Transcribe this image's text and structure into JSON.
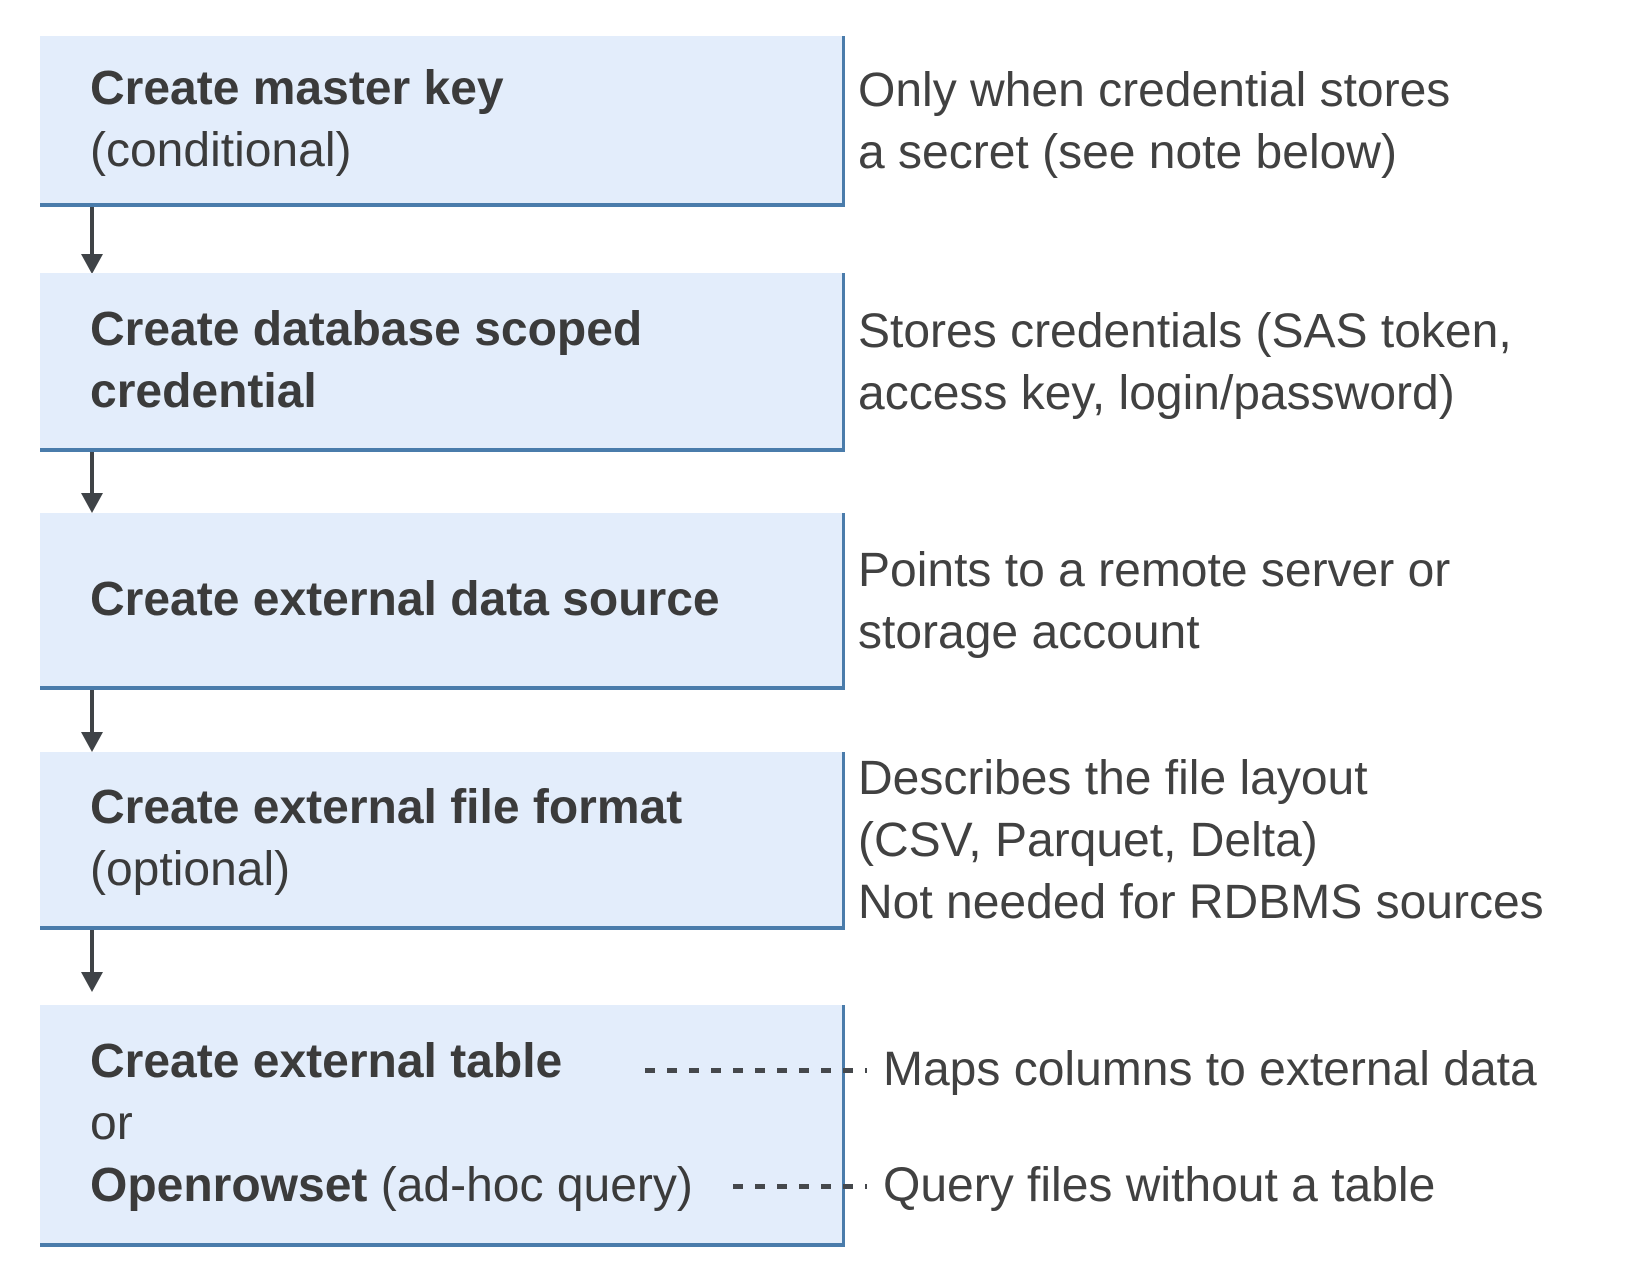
{
  "colors": {
    "box_fill": "#e3edfb",
    "box_border": "#4a7cab",
    "title_text": "#3b3b3b",
    "note_text": "#414141",
    "connector": "#3f4347"
  },
  "steps": [
    {
      "title": "Create master key",
      "qualifier": "(conditional)",
      "note": "Only when credential stores\na secret (see note below)"
    },
    {
      "title": "Create database scoped\ncredential",
      "note": "Stores credentials (SAS token,\naccess key, login/password)"
    },
    {
      "title": "Create external data source",
      "note": "Points to a remote server or\nstorage account"
    },
    {
      "title": "Create external file format",
      "qualifier": "(optional)",
      "note": "Describes the file layout\n(CSV, Parquet, Delta)\nNot needed for RDBMS sources"
    },
    {
      "title": "Create external table",
      "or_label": "or",
      "alt_title": "Openrowset",
      "alt_qualifier": " (ad-hoc query)",
      "note_table": "Maps columns to external data",
      "note_openrowset": "Query files without a table"
    }
  ]
}
